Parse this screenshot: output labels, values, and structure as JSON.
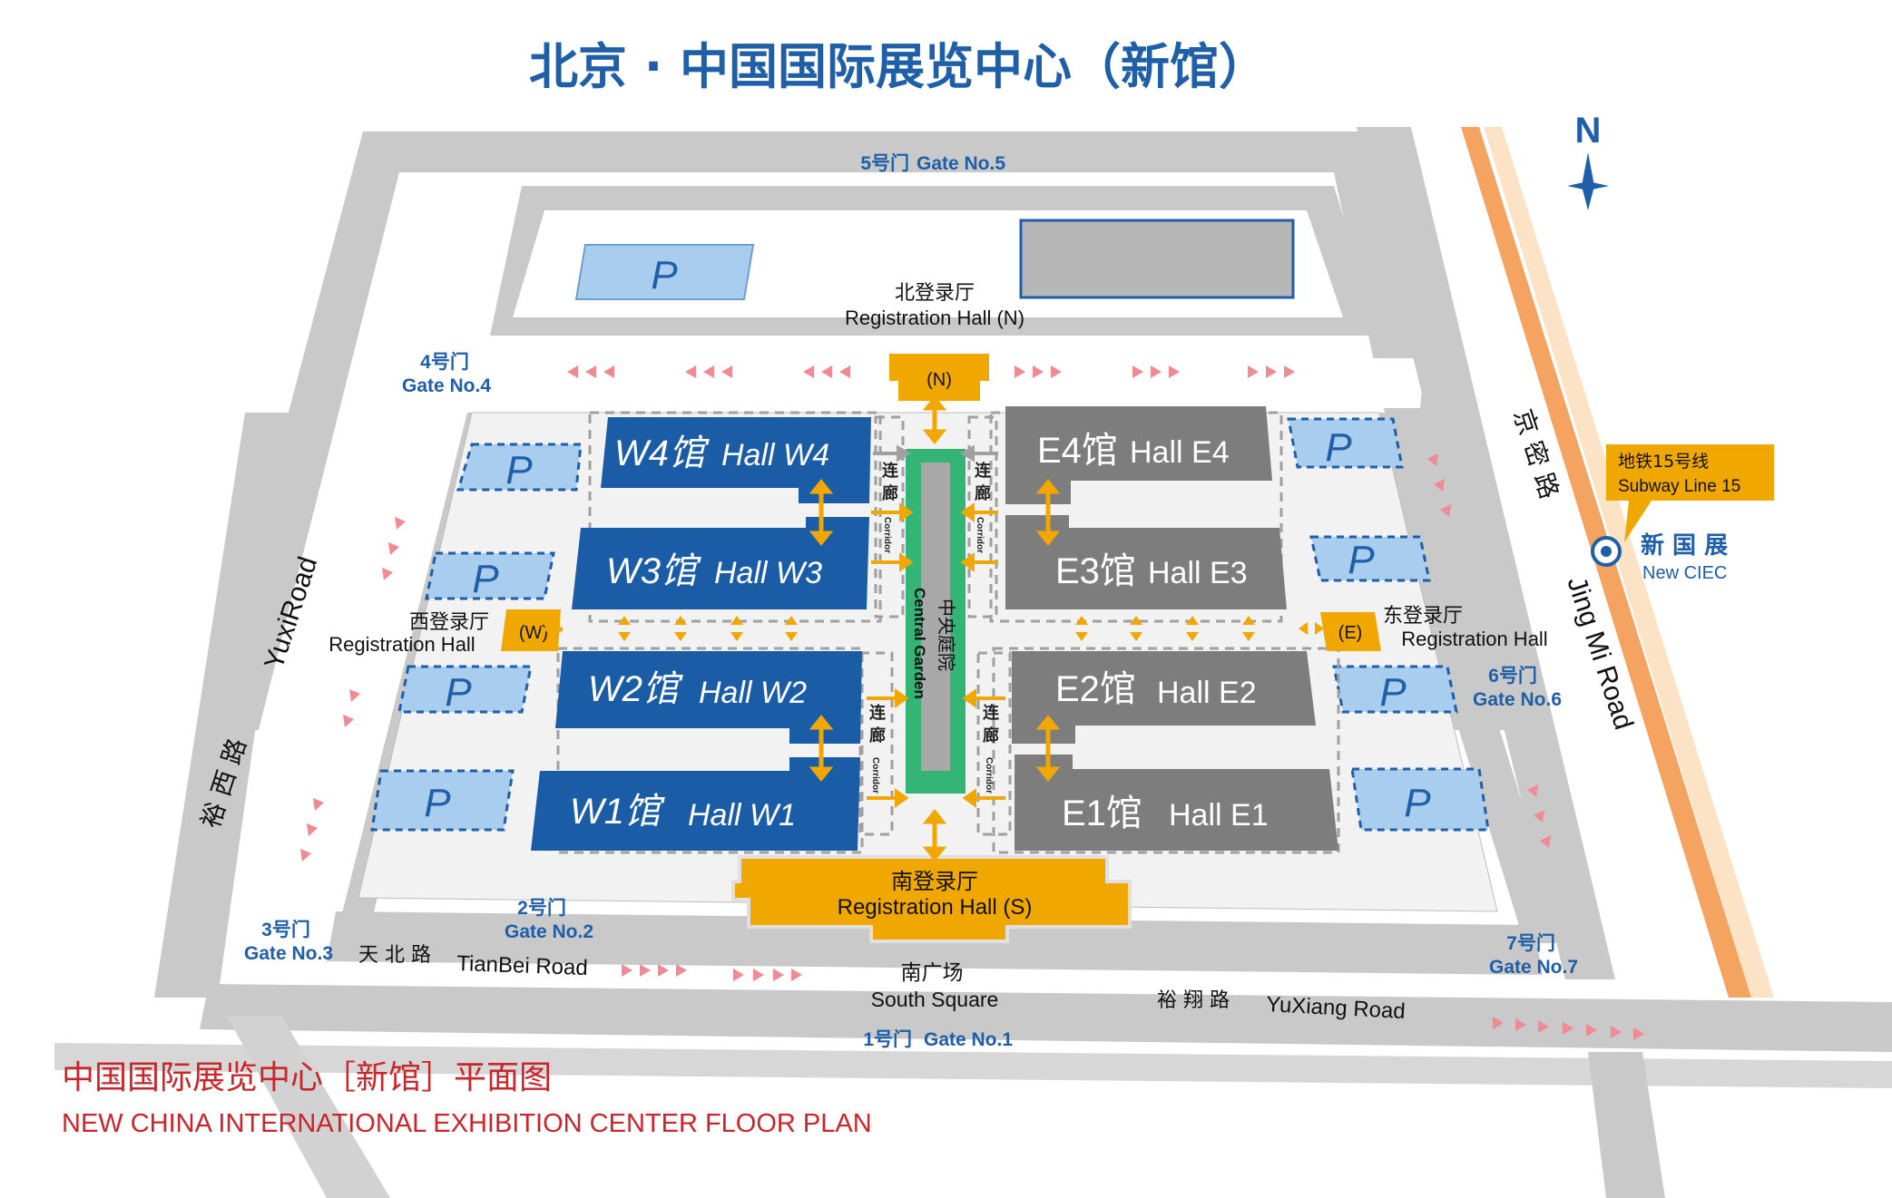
{
  "title": "北京 · 中国国际展览中心（新馆）",
  "footer": {
    "cn": "中国国际展览中心［新馆］平面图",
    "en": "NEW CHINA INTERNATIONAL EXHIBITION CENTER FLOOR PLAN"
  },
  "compass": {
    "label": "N"
  },
  "gates": {
    "g1": {
      "cn": "1号门",
      "en": "Gate No.1"
    },
    "g2": {
      "cn": "2号门",
      "en": "Gate No.2"
    },
    "g3": {
      "cn": "3号门",
      "en": "Gate No.3"
    },
    "g4": {
      "cn": "4号门",
      "en": "Gate No.4"
    },
    "g5": {
      "cn": "5号门",
      "en": "Gate No.5"
    },
    "g6": {
      "cn": "6号门",
      "en": "Gate No.6"
    },
    "g7": {
      "cn": "7号门",
      "en": "Gate No.7"
    }
  },
  "halls": {
    "w4": {
      "cn": "W4馆",
      "en": "Hall W4"
    },
    "w3": {
      "cn": "W3馆",
      "en": "Hall W3"
    },
    "w2": {
      "cn": "W2馆",
      "en": "Hall W2"
    },
    "w1": {
      "cn": "W1馆",
      "en": "Hall W1"
    },
    "e4": {
      "cn": "E4馆",
      "en": "Hall E4"
    },
    "e3": {
      "cn": "E3馆",
      "en": "Hall E3"
    },
    "e2": {
      "cn": "E2馆",
      "en": "Hall E2"
    },
    "e1": {
      "cn": "E1馆",
      "en": "Hall E1"
    }
  },
  "registration": {
    "north": {
      "cn": "北登录厅",
      "en": "Registration Hall (N)",
      "tag": "(N)"
    },
    "south": {
      "cn": "南登录厅",
      "en": "Registration Hall (S)"
    },
    "west": {
      "cn": "西登录厅",
      "en": "Registration Hall",
      "tag": "(W)"
    },
    "east": {
      "cn": "东登录厅",
      "en": "Registration Hall",
      "tag": "(E)"
    }
  },
  "central_garden": {
    "cn": "中央庭院",
    "en": "Central Garden"
  },
  "corridor": {
    "cn1": "连",
    "cn2": "廊",
    "en": "Corridor"
  },
  "parking": {
    "label": "P"
  },
  "roads": {
    "yuxi": {
      "cn": "裕 西 路",
      "en": "YuxiRoad"
    },
    "jingmi": {
      "cn": "京 密 路",
      "en": "Jing Mi Road"
    },
    "tianbei": {
      "cn": "天 北 路",
      "en": "TianBei Road"
    },
    "yuxiang": {
      "cn": "裕 翔 路",
      "en": "YuXiang Road"
    }
  },
  "south_square": {
    "cn": "南广场",
    "en": "South Square"
  },
  "subway": {
    "line_cn": "地铁15号线",
    "line_en": "Subway Line 15",
    "station_cn": "新 国 展",
    "station_en": "New CIEC"
  },
  "colors": {
    "title_blue": "#1f5fa8",
    "hall_west": "#1a5ca6",
    "hall_east": "#7d7d7d",
    "registration": "#f0a800",
    "garden": "#34b575",
    "road": "#c9c9c9",
    "parking": "#a9cdee",
    "footer_red": "#c8262b",
    "subway": "#f4a460"
  }
}
